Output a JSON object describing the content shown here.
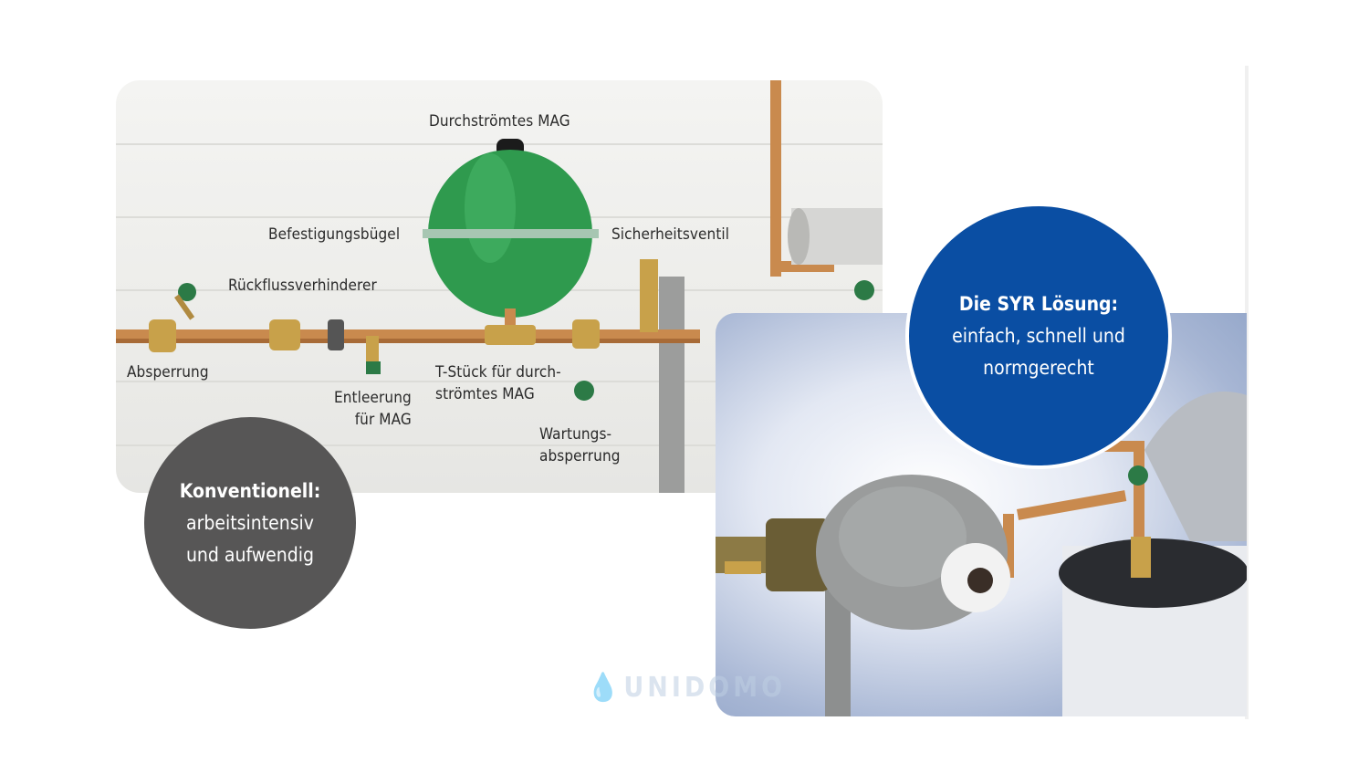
{
  "left_panel": {
    "callouts": {
      "durchstroemtes_mag": "Durchströmtes MAG",
      "befestigungsbuegel": "Befestigungsbügel",
      "sicherheitsventil": "Sicherheitsventil",
      "rueckflussverhinderer": "Rückflussverhinderer",
      "absperrung": "Absperrung",
      "entleerung": "Entleerung\nfür MAG",
      "t_stueck": "T-Stück für durch-\nströmtes MAG",
      "wartungsabsperrung": "Wartungs-\nabsperrung"
    },
    "badge": {
      "title": "Konventionell:",
      "line1": "arbeitsintensiv",
      "line2": "und aufwendig"
    }
  },
  "right_panel": {
    "badge": {
      "title": "Die SYR Lösung:",
      "line1": "einfach, schnell und",
      "line2": "normgerecht"
    }
  },
  "watermark": "UNIDOMO",
  "colors": {
    "gray_badge": "#575656",
    "blue_badge": "#0a4ea3",
    "copper": "#c98a4e",
    "vessel_green": "#2f9a4e",
    "vessel_gray": "#9a9c9c"
  }
}
